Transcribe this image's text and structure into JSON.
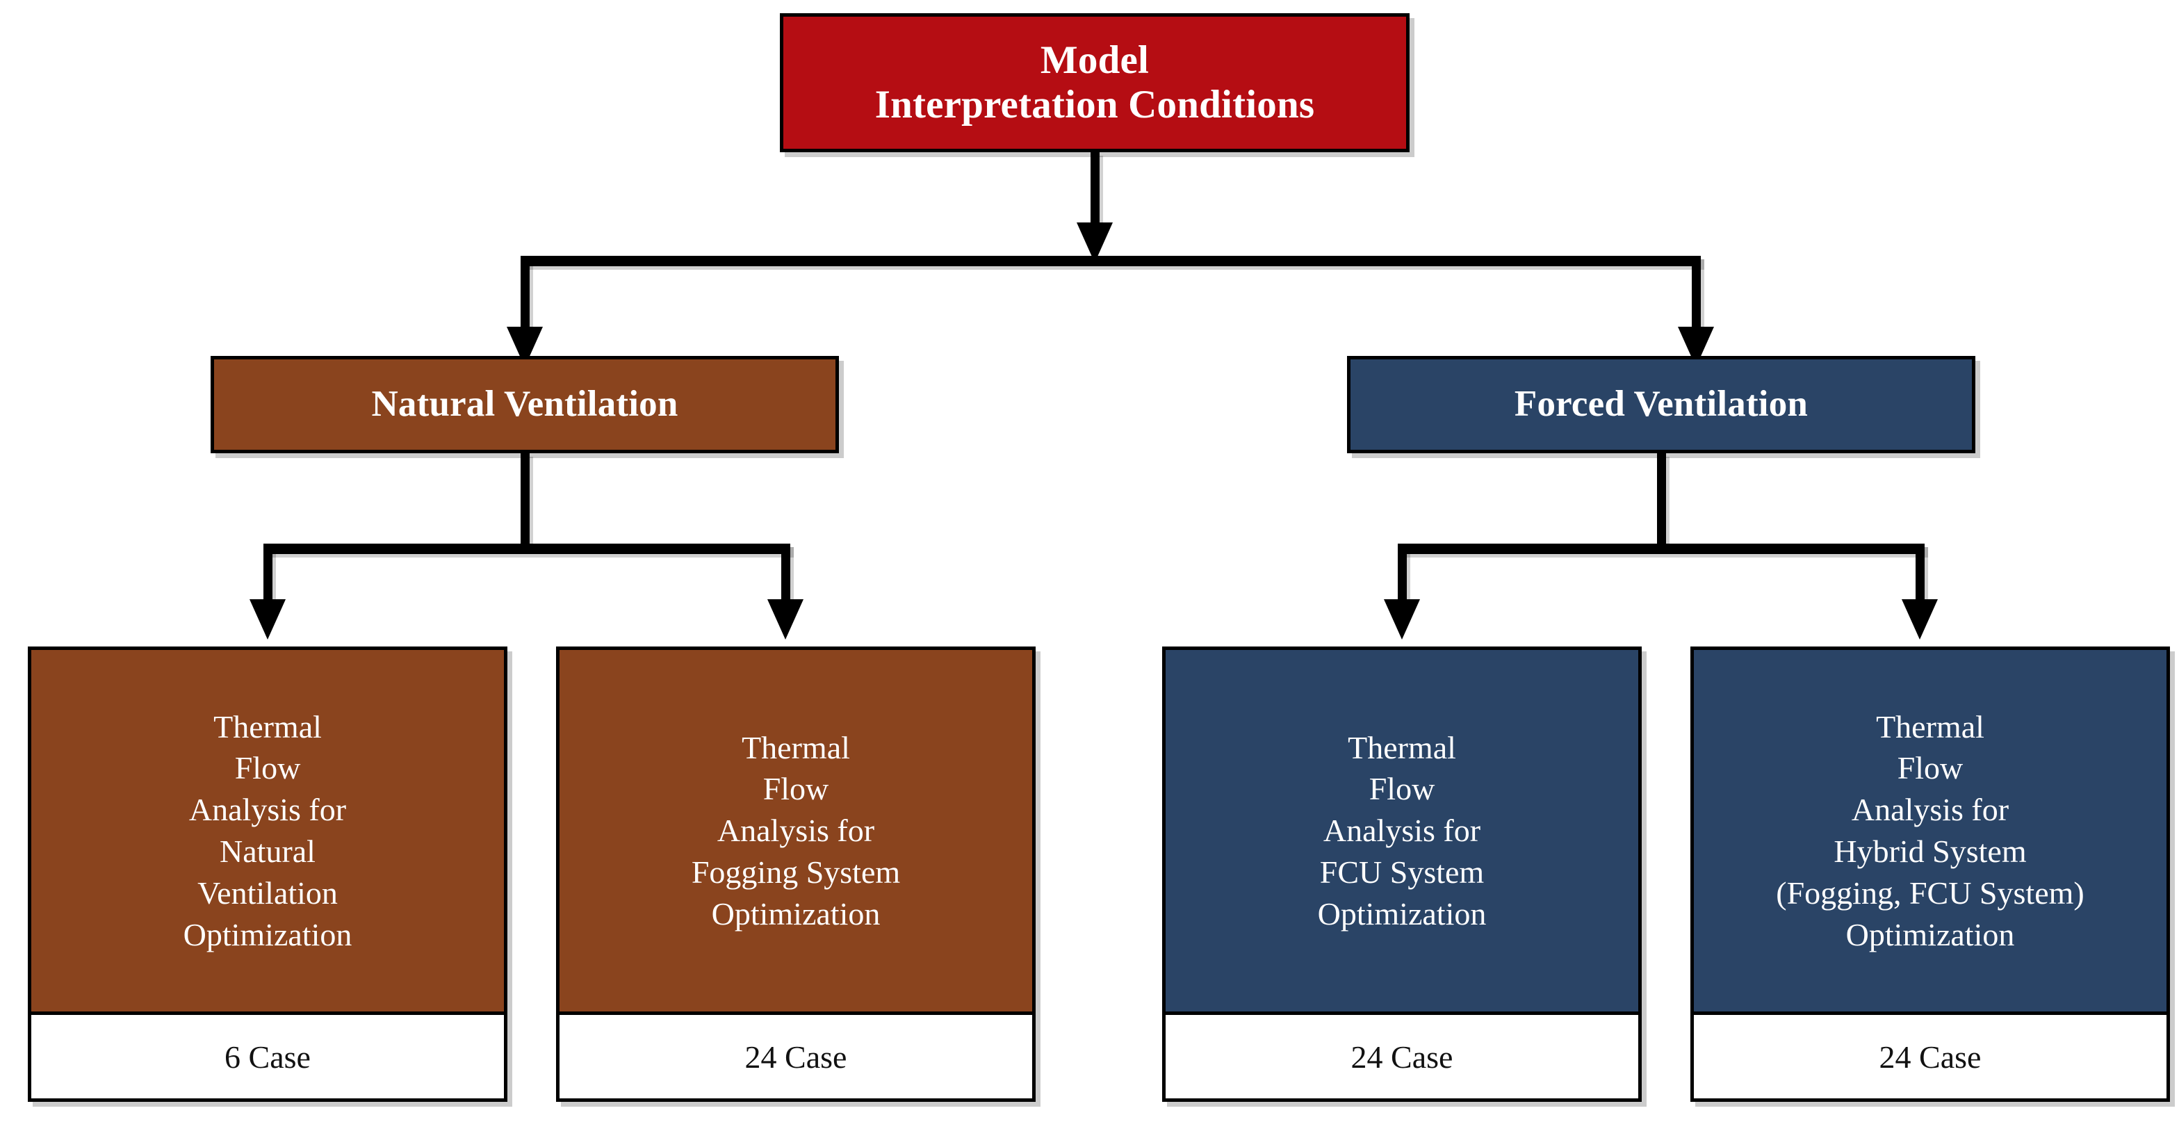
{
  "diagram": {
    "type": "hierarchy-flowchart",
    "root": {
      "title": "Model\nInterpretation Conditions",
      "color": "#B50D13"
    },
    "branches": [
      {
        "title": "Natural Ventilation",
        "color": "#8A441E"
      },
      {
        "title": "Forced Ventilation",
        "color": "#2A4466"
      }
    ],
    "leaves": [
      {
        "title": "Thermal\nFlow\nAnalysis for\nNatural\nVentilation\nOptimization",
        "cases": "6 Case",
        "color": "#8A441E"
      },
      {
        "title": "Thermal\nFlow\nAnalysis for\nFogging System\nOptimization",
        "cases": "24 Case",
        "color": "#8A441E"
      },
      {
        "title": "Thermal\nFlow\nAnalysis for\nFCU System\nOptimization",
        "cases": "24 Case",
        "color": "#2A4466"
      },
      {
        "title": "Thermal\nFlow\nAnalysis for\nHybrid System\n(Fogging, FCU System)\nOptimization",
        "cases": "24 Case",
        "color": "#2A4466"
      }
    ]
  }
}
